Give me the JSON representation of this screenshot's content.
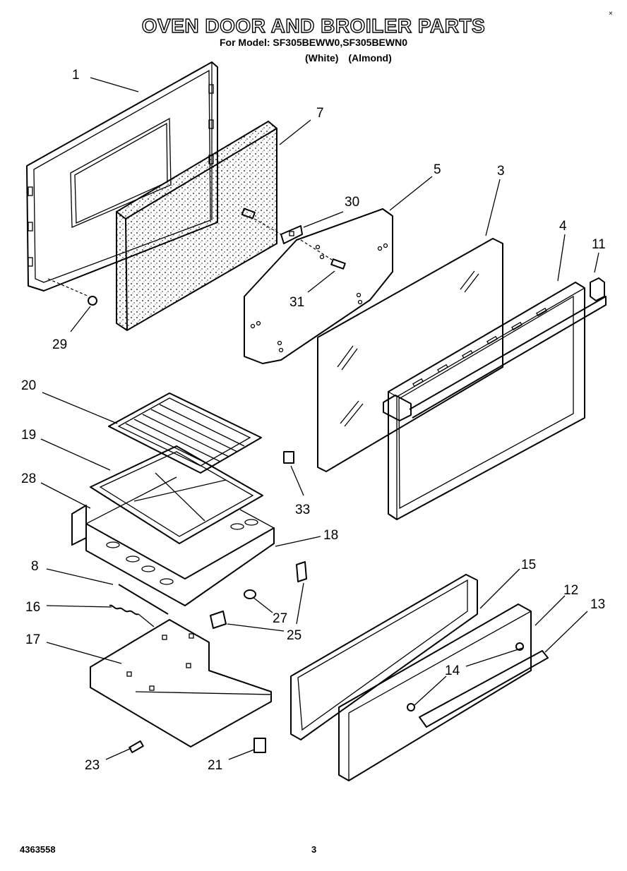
{
  "header": {
    "title": "OVEN DOOR AND BROILER PARTS",
    "model_line": "For Model: SF305BEWW0,SF305BEWN0",
    "variants": [
      "(White)",
      "(Almond)"
    ]
  },
  "footer": {
    "doc_number": "4363558",
    "page_number": "3"
  },
  "corner_mark": "×",
  "callouts": [
    "1",
    "7",
    "5",
    "30",
    "3",
    "4",
    "11",
    "31",
    "29",
    "20",
    "19",
    "28",
    "33",
    "18",
    "8",
    "15",
    "12",
    "13",
    "27",
    "16",
    "25",
    "14",
    "17",
    "23",
    "21"
  ]
}
